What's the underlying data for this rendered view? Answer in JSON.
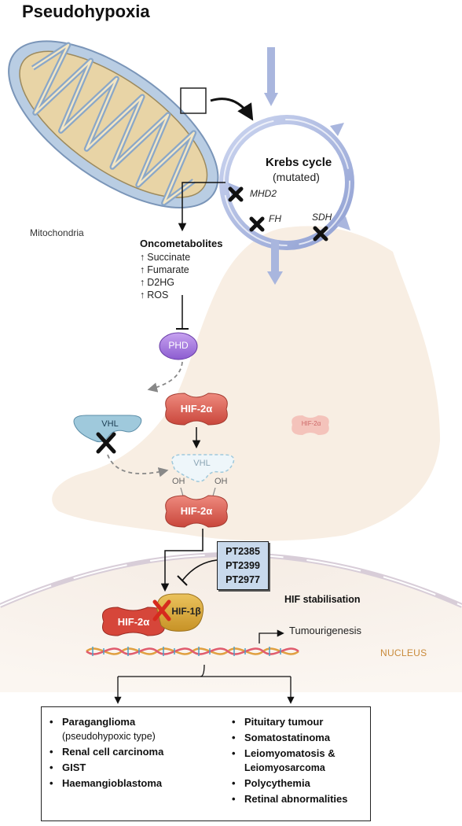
{
  "title": "Pseudohypoxia",
  "mitochondria_label": "Mitochondria",
  "krebs": {
    "title": "Krebs cycle",
    "subtitle": "(mutated)"
  },
  "enzymes": {
    "mhd2": "MHD2",
    "fh": "FH",
    "sdh": "SDH"
  },
  "oncometabolites": {
    "title": "Oncometabolites",
    "arrow": "↑",
    "items": [
      "Succinate",
      "Fumarate",
      "D2HG",
      "ROS"
    ]
  },
  "phd": "PHD",
  "hif2a": "HIF-2α",
  "vhl": "VHL",
  "oh": "OH",
  "hif1b": "HIF-1β",
  "drugs": [
    "PT2385",
    "PT2399",
    "PT2977"
  ],
  "hif_stabilisation": "HIF stabilisation",
  "tumourigenesis": "Tumourigenesis",
  "nucleus": "NUCLEUS",
  "diseases": {
    "left": [
      {
        "name": "Paraganglioma",
        "note": "(pseudohypoxic type)"
      },
      {
        "name": "Renal cell carcinoma"
      },
      {
        "name": "GIST"
      },
      {
        "name": "Haemangioblastoma"
      }
    ],
    "right": [
      {
        "name": "Pituitary tumour"
      },
      {
        "name": "Somatostatinoma"
      },
      {
        "name": "Leiomyomatosis &"
      },
      {
        "name": "Leiomyosarcoma",
        "continuation": true
      },
      {
        "name": "Polycythemia"
      },
      {
        "name": "Retinal abnormalities"
      }
    ]
  },
  "colors": {
    "hif_red": "#e06a5e",
    "hif_red_dark": "#b8433a",
    "phd_purple": "#a77be0",
    "vhl_blue": "#9fc9dc",
    "hif1b_gold": "#d9a93c",
    "krebs_blue": "#a9b6de",
    "mito_tan": "#e8d4a6",
    "mito_blue": "#b9cde3",
    "x_red": "#d62a1e",
    "drug_box": "#c8d9ec",
    "nucleus_label": "#c98a3a"
  }
}
